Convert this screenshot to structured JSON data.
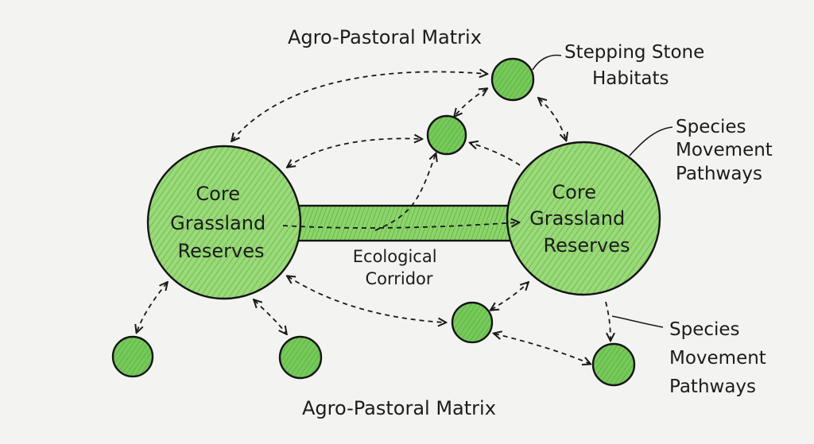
{
  "diagram": {
    "colors": {
      "background": "#f3f3f1",
      "node_fill": "#8fd36f",
      "node_fill_small": "#6cc353",
      "corridor_fill": "#86cf66",
      "ink": "#1a1a1a"
    },
    "labels": {
      "matrix_top": "Agro-Pastoral Matrix",
      "matrix_bottom": "Agro-Pastoral Matrix",
      "stepping_stone": [
        "Stepping Stone",
        "Habitats"
      ],
      "species_movement_top": [
        "Species",
        "Movement",
        "Pathways"
      ],
      "species_movement_bottom": [
        "Species",
        "Movement",
        "Pathways"
      ],
      "core_left": [
        "Core",
        "Grassland",
        "Reserves"
      ],
      "core_right": [
        "Core",
        "Grassland",
        "Reserves"
      ],
      "corridor": [
        "Ecological",
        "Corridor"
      ]
    }
  }
}
